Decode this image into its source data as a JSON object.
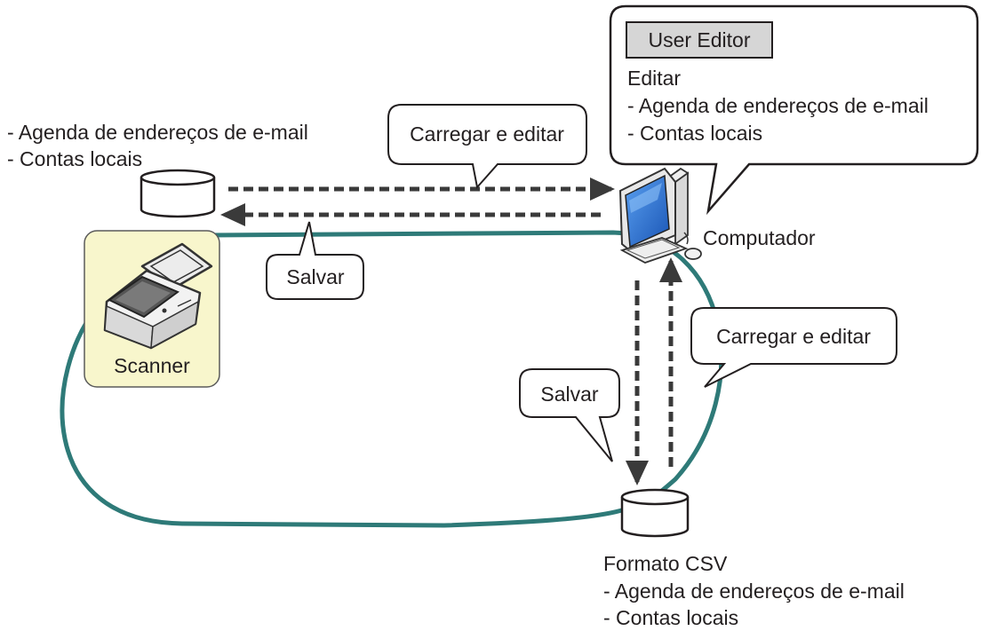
{
  "scanner_db": {
    "lines": [
      "- Agenda de endereços de e-mail",
      "- Contas locais"
    ]
  },
  "scanner": {
    "label": "Scanner"
  },
  "computer": {
    "label": "Computador"
  },
  "user_editor": {
    "button_label": "User Editor",
    "heading": "Editar",
    "lines": [
      "- Agenda de endereços de e-mail",
      "- Contas locais"
    ]
  },
  "csv_file": {
    "heading": "Formato CSV",
    "lines": [
      "- Agenda de endereços de e-mail",
      "- Contas locais"
    ]
  },
  "callouts": {
    "top_load_edit": "Carregar e editar",
    "top_save": "Salvar",
    "right_load_edit": "Carregar e editar",
    "right_save": "Salvar"
  },
  "colors": {
    "loop": "#2e7a78",
    "arrow": "#3a3a3a",
    "scanner_box": "#f8f6cc",
    "button_bg": "#d6d6d6",
    "screen": "#1f66c9"
  }
}
